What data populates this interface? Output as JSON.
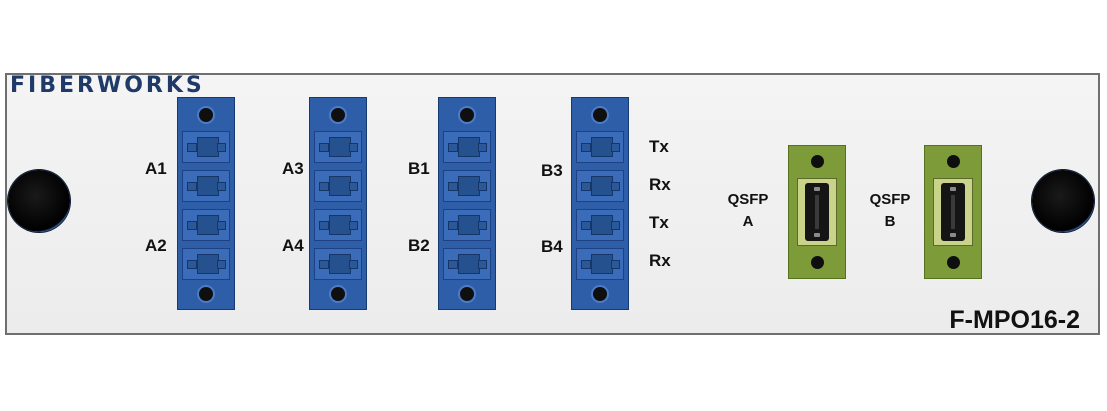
{
  "brand": "FIBERWORKS",
  "model": "F-MPO16-2",
  "modules": [
    {
      "labels": [
        "A1",
        "A2"
      ]
    },
    {
      "labels": [
        "A3",
        "A4"
      ]
    },
    {
      "labels": [
        "B1",
        "B2"
      ]
    },
    {
      "labels": [
        "B3",
        "B4"
      ]
    }
  ],
  "signal_labels": [
    "Tx",
    "Rx",
    "Tx",
    "Rx"
  ],
  "qsfp": [
    {
      "line1": "QSFP",
      "line2": "A"
    },
    {
      "line1": "QSFP",
      "line2": "B"
    }
  ],
  "colors": {
    "brand": "#1f3a68",
    "adapter_blue": "#2f5ea8",
    "qsfp_green": "#7e9b3a"
  }
}
